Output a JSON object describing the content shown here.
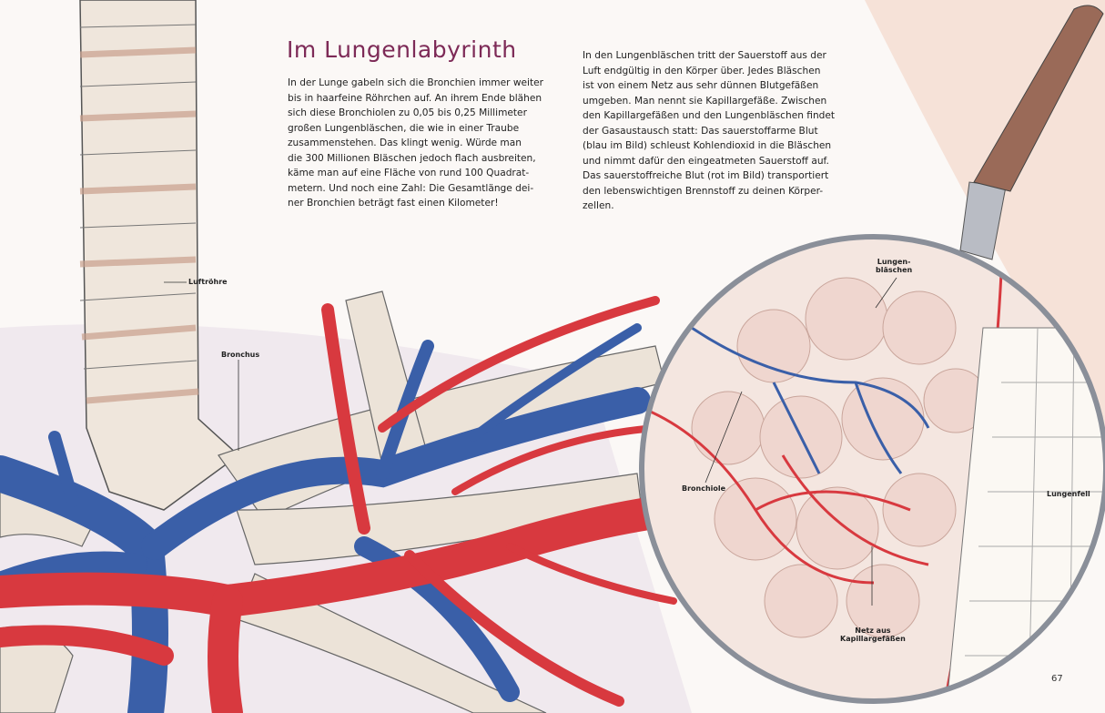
{
  "title": "Im Lungenlabyrinth",
  "column_left": [
    "In der Lunge gabeln sich die Bronchien immer weiter",
    "bis in haarfeine Röhrchen auf. An ihrem Ende blähen",
    "sich diese Bronchiolen zu 0,05 bis 0,25 Millimeter",
    "großen Lungenbläschen, die wie in einer Traube",
    "zusammenstehen. Das klingt wenig. Würde man",
    "die 300 Millionen Bläschen jedoch flach ausbreiten,",
    "käme man auf eine Fläche von rund 100 Quadrat-",
    "metern. Und noch eine Zahl: Die Gesamtlänge dei-",
    "ner Bronchien beträgt fast einen Kilometer!"
  ],
  "column_right": [
    "In den Lungenbläschen tritt der Sauerstoff aus der",
    "Luft endgültig in den Körper über. Jedes Bläschen",
    "ist von einem Netz aus sehr dünnen Blutgefäßen",
    "umgeben. Man nennt sie Kapillargefäße. Zwischen",
    "den Kapillargefäßen und den Lungenbläschen findet",
    "der Gasaustausch statt: Das sauerstoffarme Blut",
    "(blau im Bild) schleust Kohlendioxid in die Bläschen",
    "und nimmt dafür den eingeatmeten Sauerstoff auf.",
    "Das sauerstoffreiche Blut (rot im Bild) transportiert",
    "den lebenswichtigen Brennstoff zu deinen Körper-",
    "zellen."
  ],
  "labels": {
    "luftroehre": "Luftröhre",
    "bronchus": "Bronchus",
    "lungenblaeschen": [
      "Lungen-",
      "bläschen"
    ],
    "bronchiole": "Bronchiole",
    "lungenfell": "Lungenfell",
    "netz": [
      "Netz aus",
      "Kapillargefäßen"
    ]
  },
  "page_number": "67",
  "colors": {
    "title": "#7d2a57",
    "artery": "#d8393f",
    "vein": "#3a5fa8",
    "airway": "#efe6dc"
  }
}
